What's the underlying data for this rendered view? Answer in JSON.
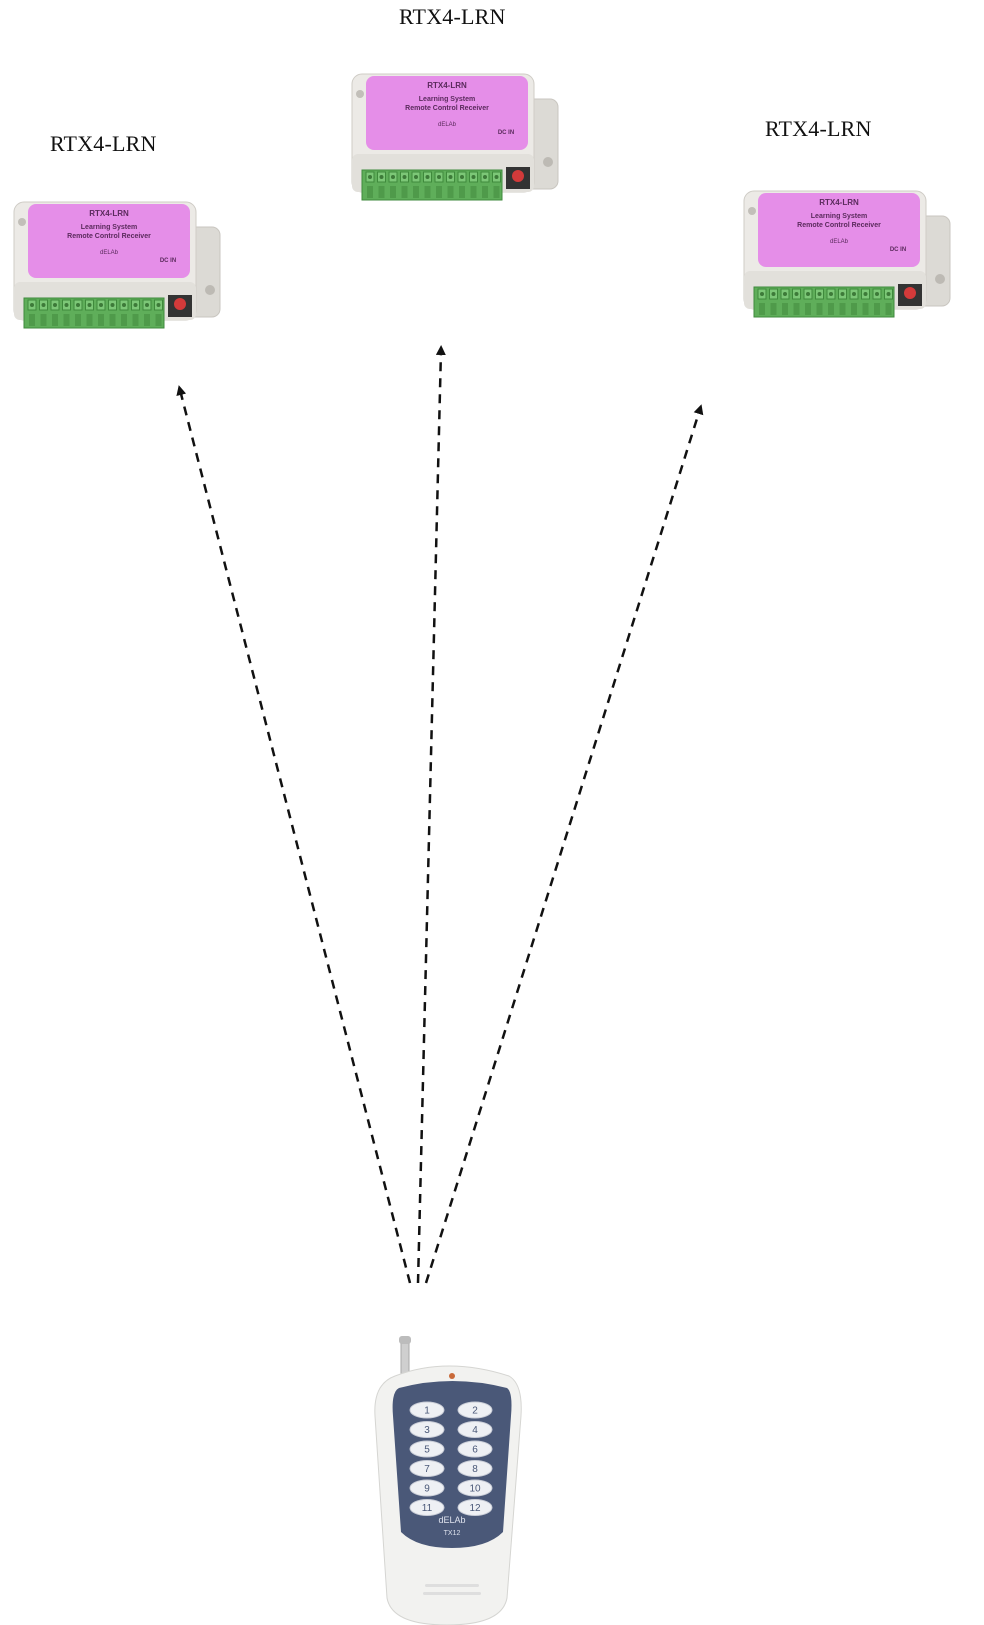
{
  "receivers": {
    "left": {
      "caption": "RTX4-LRN"
    },
    "center": {
      "caption": "RTX4-LRN"
    },
    "right": {
      "caption": "RTX4-LRN"
    }
  },
  "receiver_label": {
    "model": "RTX4-LRN",
    "line1": "Learning System",
    "line2": "Remote Control Receiver",
    "brand": "dELAb",
    "dc_in": "DC IN"
  },
  "remote": {
    "buttons": [
      "1",
      "2",
      "3",
      "4",
      "5",
      "6",
      "7",
      "8",
      "9",
      "10",
      "11",
      "12"
    ],
    "brand": "dELAb",
    "model": "TX12"
  },
  "colors": {
    "label_pink": "#e58ee8",
    "housing": "#eceae6",
    "terminal_green": "#5fae5a",
    "remote_body": "#f2f2f0",
    "remote_panel": "#4a5878",
    "arrow": "#111111"
  }
}
